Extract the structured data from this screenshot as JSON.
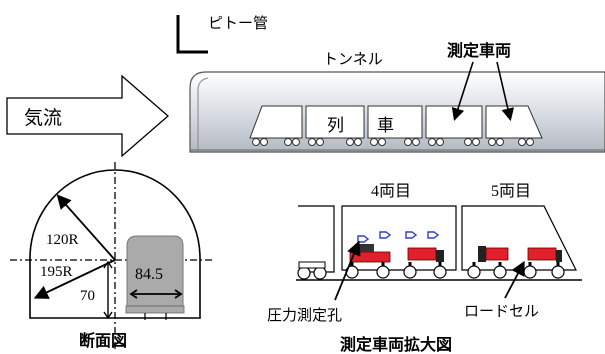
{
  "labels": {
    "pitot_tube": "ピトー管",
    "tunnel": "トンネル",
    "measurement_cars": "測定車両",
    "airflow": "気流",
    "train_car_1": "列",
    "train_car_2": "車",
    "cross_section": "断面図",
    "radius_120": "120R",
    "radius_195": "195R",
    "width_84_5": "84.5",
    "height_70": "70",
    "car_4": "4両目",
    "car_5": "5両目",
    "pressure_hole": "圧力測定孔",
    "load_cell": "ロードセル",
    "enlarged_view": "測定車両拡大図"
  },
  "colors": {
    "tunnel_fill": "#d0d4dc",
    "car_gray": "#aaaaaa",
    "load_cell_red": "#e0202a",
    "pressure_hole_blue": "#3040c0"
  }
}
